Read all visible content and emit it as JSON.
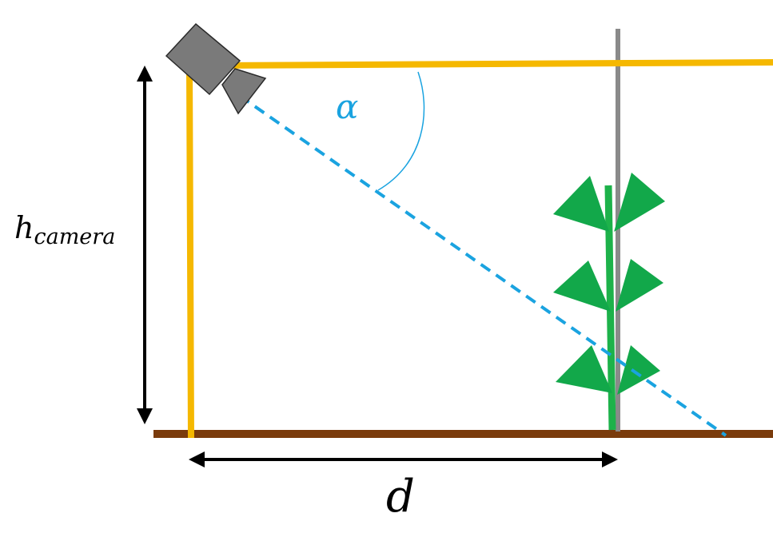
{
  "labels": {
    "angle": "α",
    "height_main": "h",
    "height_sub": "camera",
    "distance": "d"
  },
  "colors": {
    "frame": "#F5B800",
    "ground": "#7A3B0C",
    "pole": "#8A8A8A",
    "sight_line": "#1AA3E0",
    "plant_stem": "#1DB24A",
    "plant_leaf": "#12A84A",
    "camera_body": "#7A7A7A",
    "arrow": "#000000",
    "angle_label": "#1AA3E0"
  },
  "icons": {
    "camera": "camera-icon",
    "plant": "plant-icon"
  }
}
